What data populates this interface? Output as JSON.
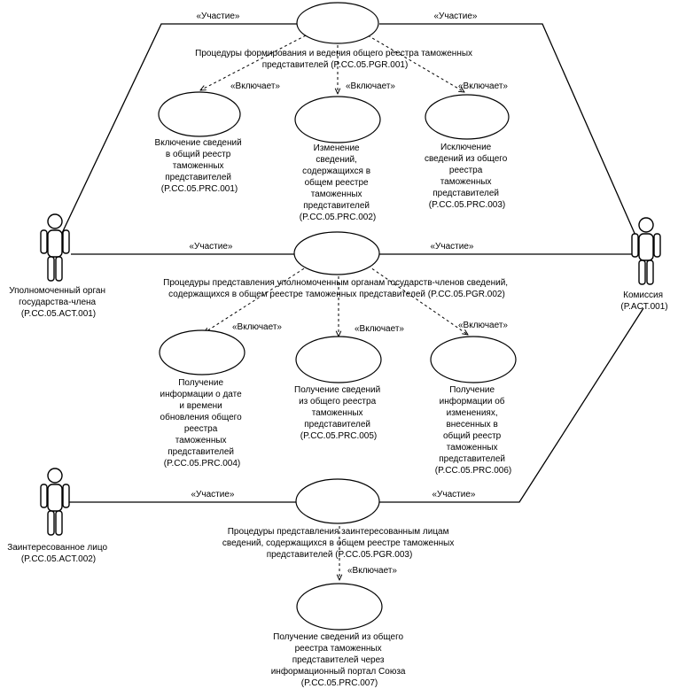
{
  "relations": {
    "participation": "«Участие»",
    "includes": "«Включает»"
  },
  "actors": {
    "a1": [
      "Уполномоченный орган",
      "государства-члена",
      "(P.CC.05.ACT.001)"
    ],
    "a2": [
      "Комиссия",
      "(P.ACT.001)"
    ],
    "a3": [
      "Заинтересованное лицо",
      "(P.CC.05.ACT.002)"
    ]
  },
  "use_cases": {
    "pgr1": [
      "Процедуры формирования и ведения общего реестра таможенных",
      "представителей (P.CC.05.PGR.001)"
    ],
    "prc1": [
      "Включение сведений",
      "в общий реестр",
      "таможенных",
      "представителей",
      "(P.CC.05.PRC.001)"
    ],
    "prc2": [
      "Изменение",
      "сведений,",
      "содержащихся в",
      "общем реестре",
      "таможенных",
      "представителей",
      "(P.CC.05.PRC.002)"
    ],
    "prc3": [
      "Исключение",
      "сведений из общего",
      "реестра",
      "таможенных",
      "представителей",
      "(P.CC.05.PRC.003)"
    ],
    "pgr2": [
      "Процедуры представления уполномоченным органам государств-членов сведений,",
      "содержащихся в общем реестре таможенных представителей (P.CC.05.PGR.002)"
    ],
    "prc4": [
      "Получение",
      "информации о дате",
      "и времени",
      "обновления общего",
      "реестра",
      "таможенных",
      "представителей",
      "(P.CC.05.PRC.004)"
    ],
    "prc5": [
      "Получение сведений",
      "из общего реестра",
      "таможенных",
      "представителей",
      "(P.CC.05.PRC.005)"
    ],
    "prc6": [
      "Получение",
      "информации об",
      "изменениях,",
      "внесенных в",
      "общий реестр",
      "таможенных",
      "представителей",
      "(P.CC.05.PRC.006)"
    ],
    "pgr3": [
      "Процедуры представления заинтересованным лицам",
      "сведений, содержащихся в общем реестре таможенных",
      "представителей (P.CC.05.PGR.003)"
    ],
    "prc7": [
      "Получение сведений из общего",
      "реестра таможенных",
      "представителей через",
      "информационный портал Союза",
      "(P.CC.05.PRC.007)"
    ]
  }
}
